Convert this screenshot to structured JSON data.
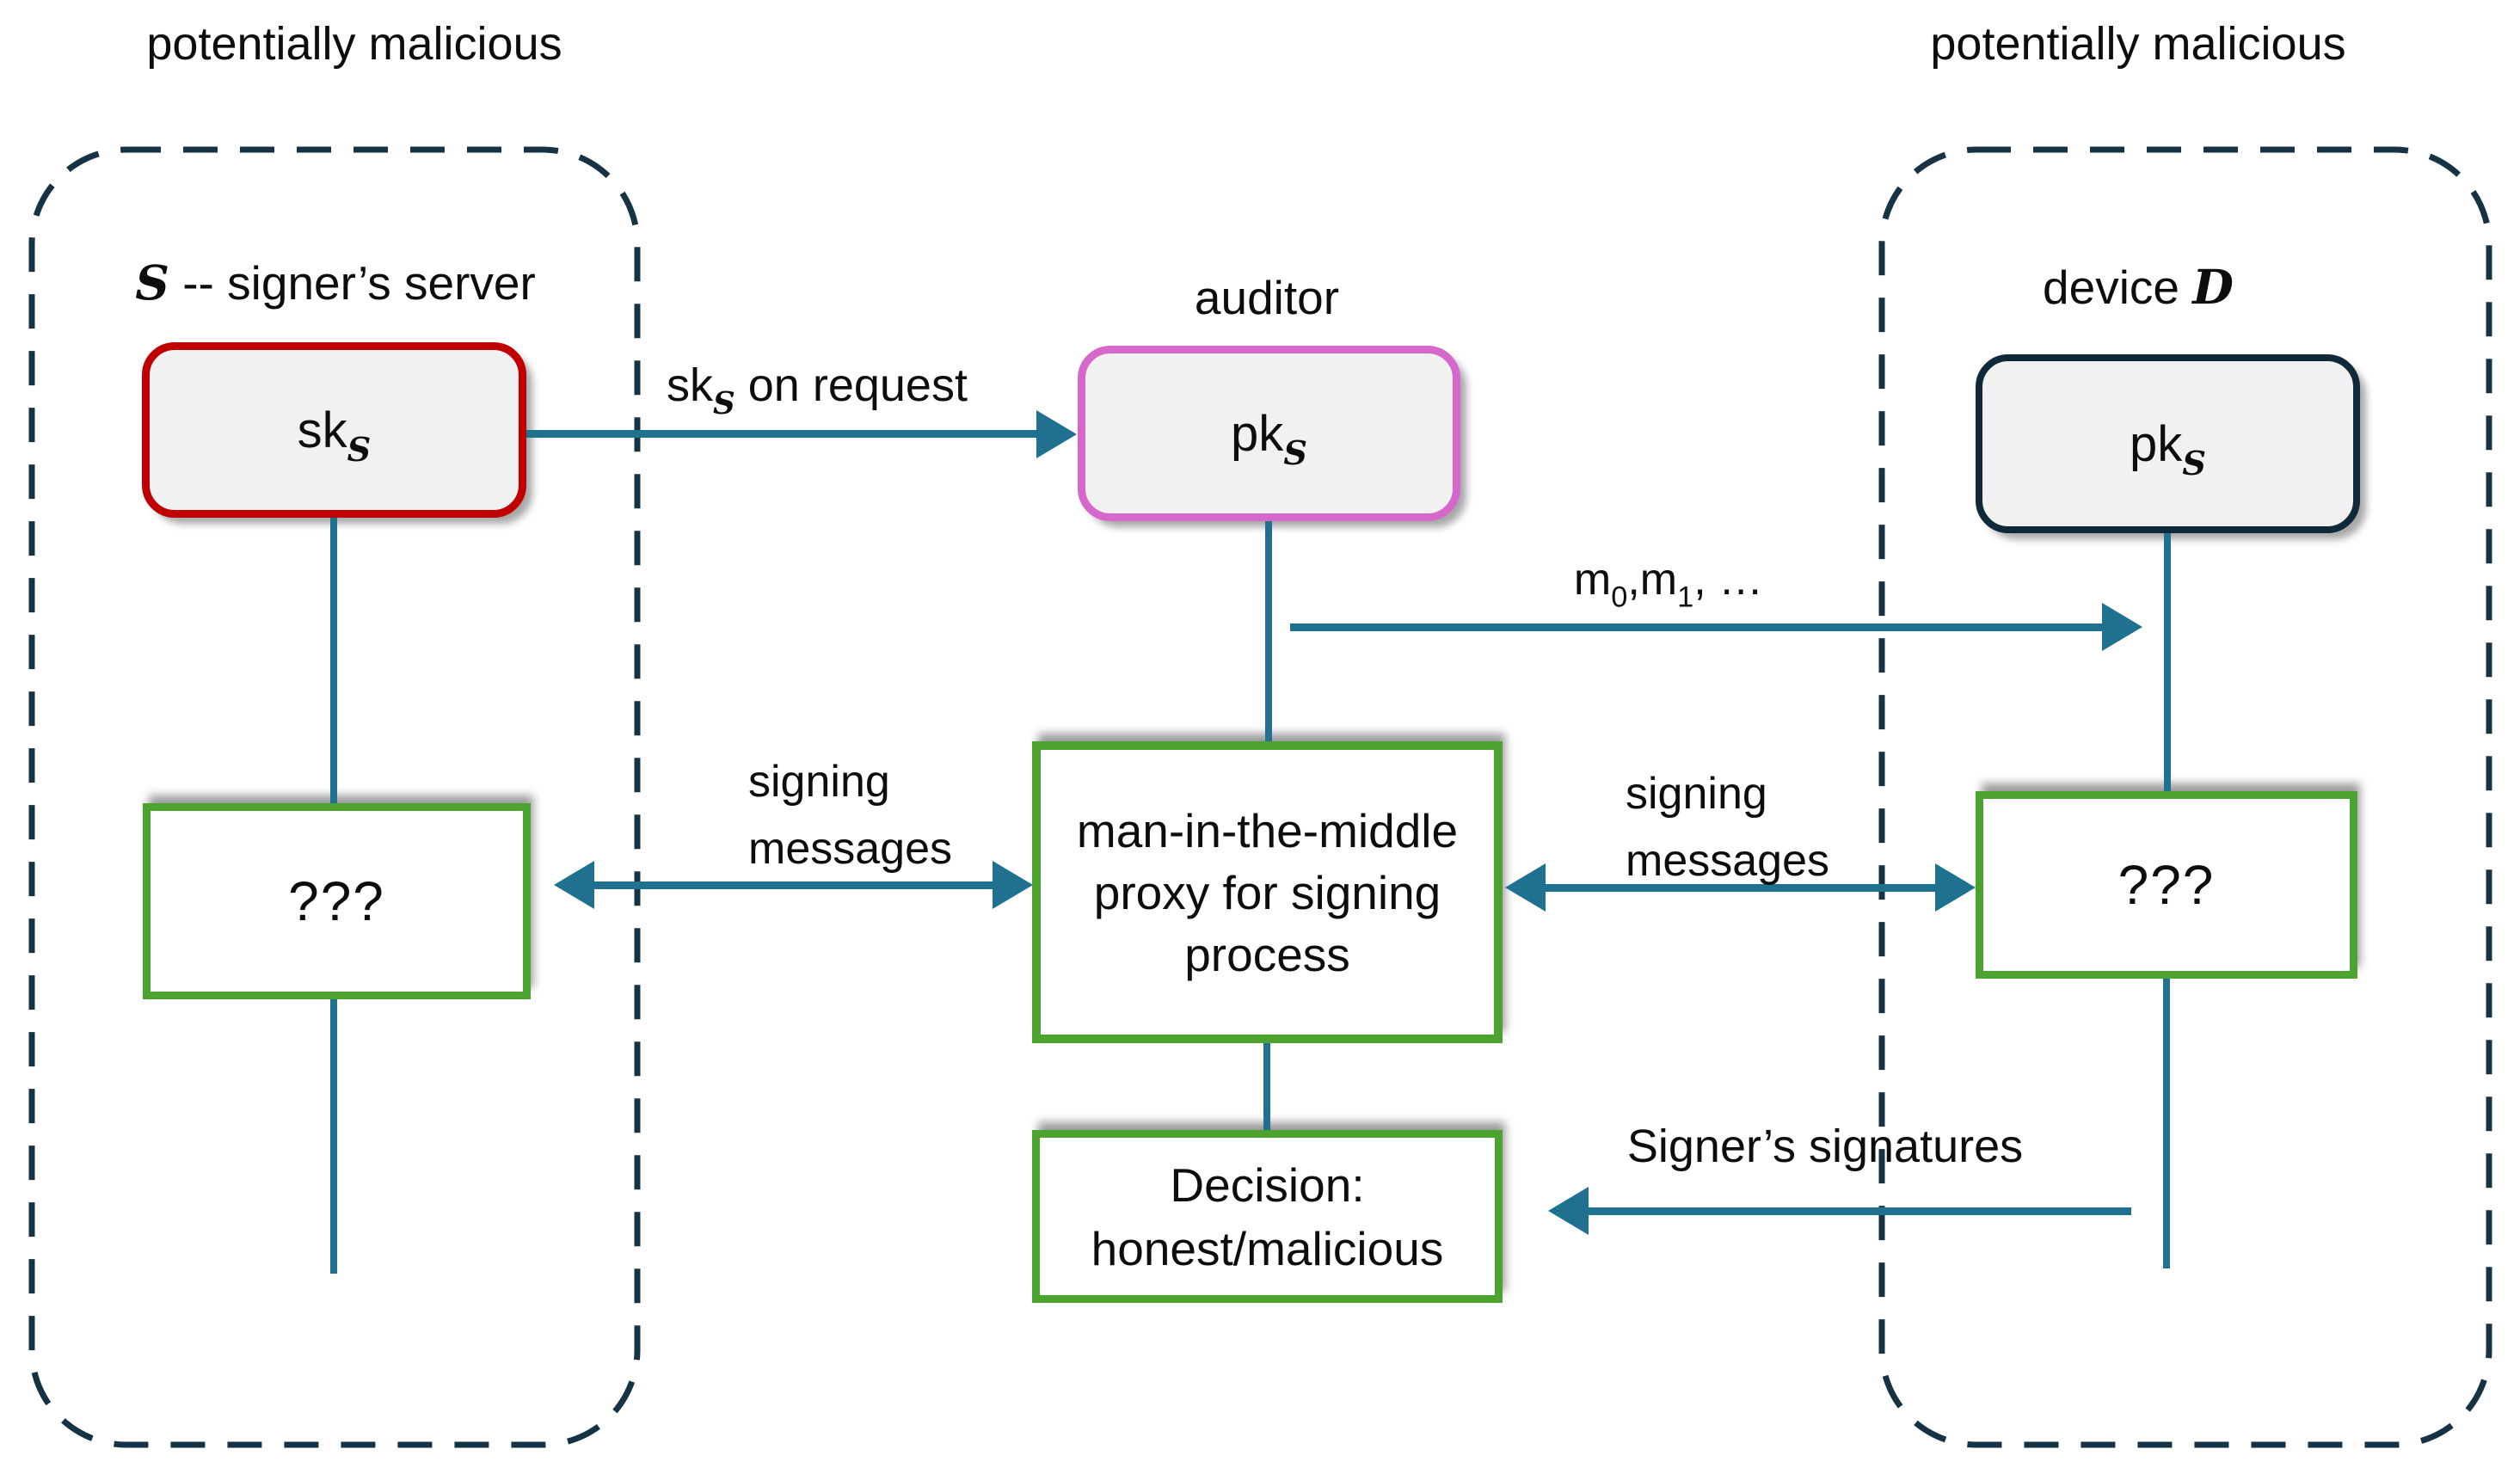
{
  "colors": {
    "teal": "#20708F",
    "boundary": "#163345",
    "green": "#4DA32F",
    "red": "#C00000",
    "pink": "#D668CC",
    "navy": "#0F2938",
    "keybox_fill": "#F1F1F1",
    "text": "#0D0D0D"
  },
  "regions": {
    "left": {
      "badge": "potentially malicious",
      "title_script": "S",
      "title_rest": " -- signer’s server"
    },
    "middle": {
      "title": "auditor"
    },
    "right": {
      "badge": "potentially malicious",
      "title_base": "device ",
      "title_script": "D"
    }
  },
  "boxes": {
    "sk": {
      "base": "sk",
      "sub": "S"
    },
    "pk_auditor": {
      "base": "pk",
      "sub": "S"
    },
    "pk_device": {
      "base": "pk",
      "sub": "S"
    },
    "unknown_left": "???",
    "unknown_right": "???",
    "proxy_lines": [
      "man-in-the-middle",
      "proxy for signing",
      "process"
    ],
    "decision_lines": [
      "Decision:",
      "honest/malicious"
    ]
  },
  "edges": {
    "sk_on_request": {
      "base": "sk",
      "sub": "S",
      "rest": " on request"
    },
    "messages": {
      "p1": "m",
      "s1": "0",
      "p2": ",m",
      "s2": "1",
      "p3": ", …"
    },
    "signing_left": [
      "signing",
      "messages"
    ],
    "signing_right": [
      "signing",
      "messages"
    ],
    "signatures": "Signer’s signatures"
  }
}
